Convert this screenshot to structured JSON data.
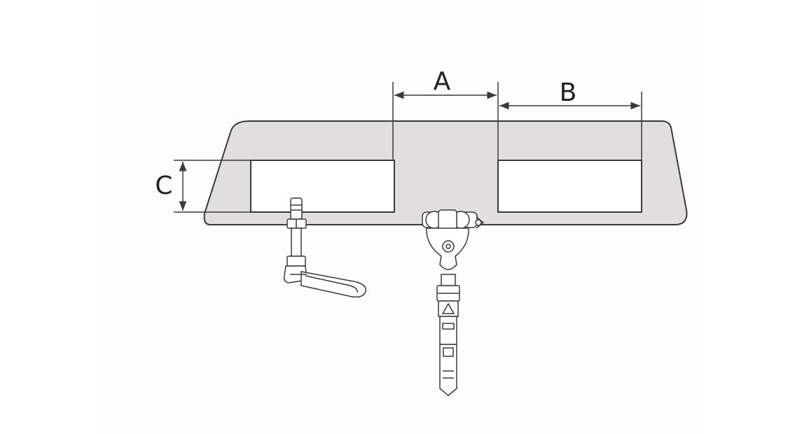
{
  "diagram": {
    "labels": {
      "a": "A",
      "b": "B",
      "c": "C"
    },
    "colors": {
      "body_fill": "#e0dfdd",
      "slot_fill": "#ffffff",
      "line": "#3a3a3a",
      "background": "#ffffff",
      "panel": "#fdfdfc"
    }
  }
}
